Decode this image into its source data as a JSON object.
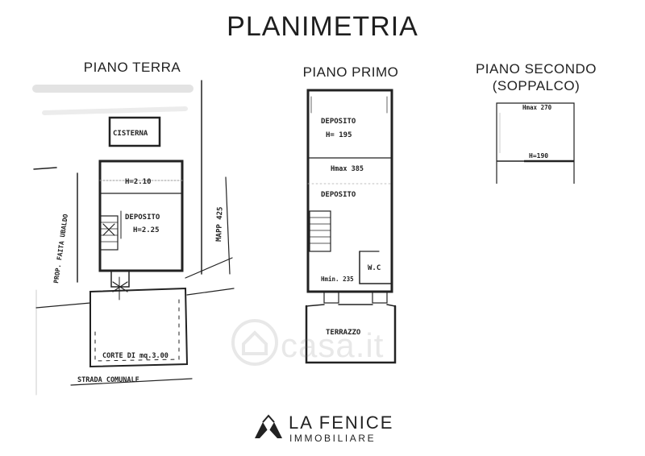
{
  "header": {
    "title": "PLANIMETRIA"
  },
  "floors": {
    "ground": {
      "label": "PIANO TERRA",
      "rooms": {
        "cisterna": "CISTERNA",
        "height_top": "H=2.10",
        "deposito": "DEPOSITO",
        "height_deposito": "H=2.25"
      },
      "neighbors": {
        "left": "PROP. FAITA UBALDO",
        "right": "MAPP 425"
      },
      "courtyard": "CORTE DI mq.3.00",
      "street": "STRADA COMUNALE"
    },
    "first": {
      "label": "PIANO PRIMO",
      "rooms": {
        "deposito_top": "DEPOSITO",
        "height_top": "H= 195",
        "hmax": "Hmax 385",
        "deposito_mid": "DEPOSITO",
        "wc": "W.C",
        "hmin": "Hmin. 235",
        "terrazzo": "TERRAZZO"
      }
    },
    "second": {
      "label_line1": "PIANO SECONDO",
      "label_line2": "(SOPPALCO)",
      "hmax": "Hmax 270",
      "height": "H=190"
    }
  },
  "brand": {
    "name": "LA FENICE",
    "tagline": "IMMOBILIARE"
  },
  "watermark": {
    "text": "casa.it"
  }
}
